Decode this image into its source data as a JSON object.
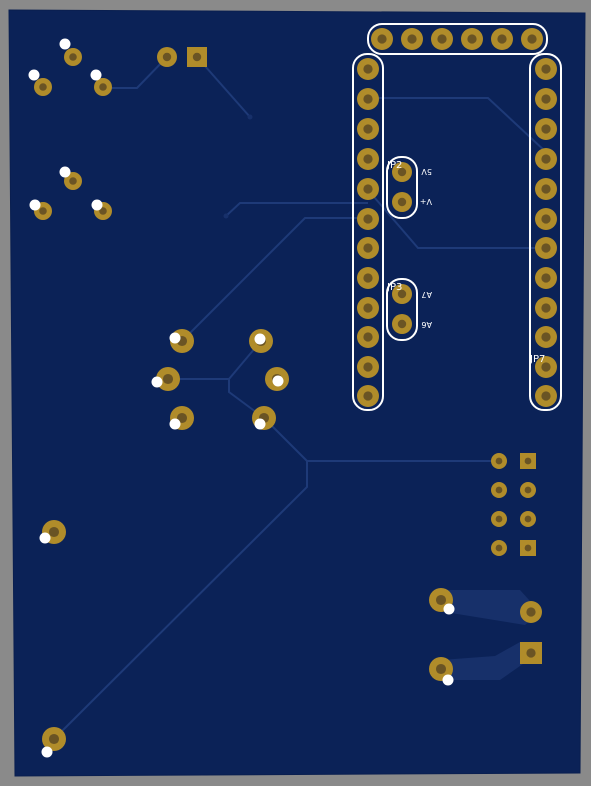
{
  "board": {
    "colors": {
      "background": "#8a8a8a",
      "board": "#0b2257",
      "board_edge": "#0a1f50",
      "trace": "#1e3a78",
      "pour": "#17306a",
      "pad_ring": "#b08c2a",
      "pad_ring_light": "#c9a23c",
      "drill": "#6a5424",
      "silkscreen": "#ffffff",
      "drill_mark": "#ffffff"
    },
    "labels": {
      "jp2": "JP2",
      "jp3": "JP3",
      "jp7": "JP7",
      "jp2_pin1": "5V",
      "jp2_pin2": "V+",
      "jp3_pin1": "A7",
      "jp3_pin2": "A6"
    }
  }
}
